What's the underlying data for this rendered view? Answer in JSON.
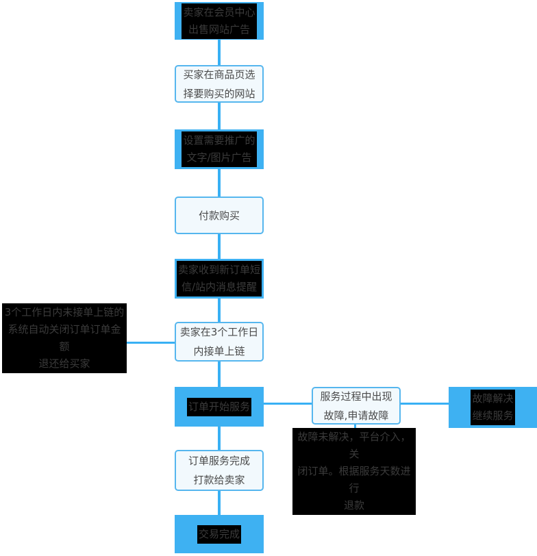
{
  "colors": {
    "primary_node_fill": "#3eb1f2",
    "primary_node_text": "#3b3b3b",
    "primary_node_text_highlight": "#000000",
    "secondary_node_fill": "#f2f9fd",
    "secondary_node_border": "#55b6ee",
    "connector": "#38b0f4"
  },
  "flowchart": {
    "nodes": {
      "seller_publish": {
        "text": "卖家在会员中心\n出售网站广告"
      },
      "buyer_select": {
        "text": "买家在商品页选\n择要购买的网站"
      },
      "set_ads": {
        "text": "设置需要推广的\n文字/图片广告"
      },
      "pay": {
        "text": "付款购买"
      },
      "seller_notified": {
        "text": "卖家收到新订单短\n信/站内消息提醒"
      },
      "timeout_close": {
        "text": "3个工作日内未接单上链的\n系统自动关闭订单订单金额\n退还给买家"
      },
      "accept_order": {
        "text": "卖家在3个工作日\n内接单上链"
      },
      "order_start": {
        "text": "订单开始服务"
      },
      "fault_apply": {
        "text": "服务过程中出现\n故障,申请故障"
      },
      "fault_resolved": {
        "text": "故障解决\n继续服务"
      },
      "order_complete": {
        "text": "订单服务完成\n打款给卖家"
      },
      "fault_unresolved": {
        "text": "故障未解决，平台介入，关\n闭订单。根据服务天数进行\n退款"
      },
      "done": {
        "text": "交易完成"
      }
    }
  }
}
